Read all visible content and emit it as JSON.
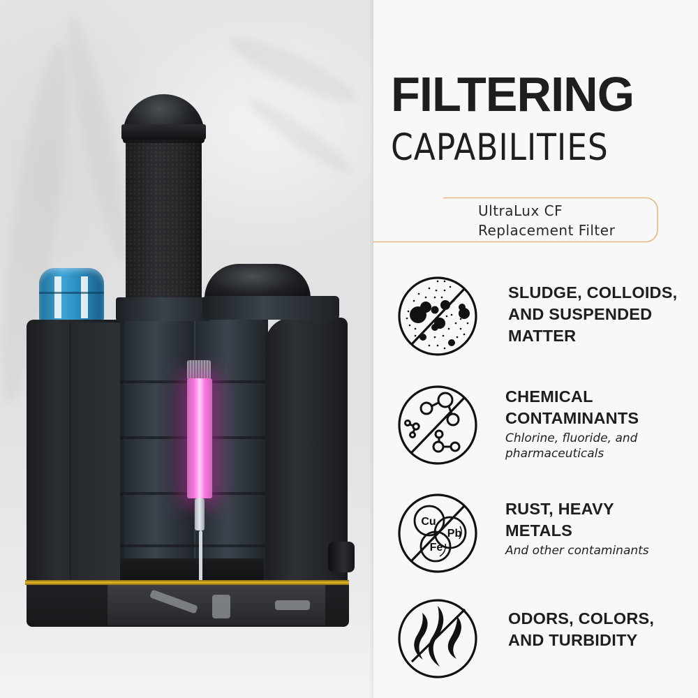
{
  "header": {
    "title_bold": "FILTERING",
    "title_light": "CAPABILITIES"
  },
  "product_tag": {
    "line1": "UltraLux CF",
    "line2": "Replacement Filter",
    "accent_color": "#e8b77e"
  },
  "features": [
    {
      "icon": "sludge-particles-crossed-icon",
      "heading": "SLUDGE, COLLOIDS,\nAND SUSPENDED\nMATTER",
      "sub": ""
    },
    {
      "icon": "chemical-molecules-crossed-icon",
      "heading": "CHEMICAL\nCONTAMINANTS",
      "sub": "Chlorine, fluoride, and\npharmaceuticals"
    },
    {
      "icon": "heavy-metals-crossed-icon",
      "heading": "RUST, HEAVY\nMETALS",
      "sub": "And other contaminants",
      "icon_labels": [
        "Cu",
        "Pb",
        "Fe"
      ]
    },
    {
      "icon": "odor-waves-crossed-icon",
      "heading": "ODORS, COLORS,\nAND TURBIDITY",
      "sub": ""
    }
  ],
  "photo": {
    "subject": "water-purifier-cutaway",
    "uv_lamp_color": "#ff66dd",
    "cap_color": "#3a9fd0",
    "band_color": "#d9ad22"
  },
  "colors": {
    "text": "#1f1d1d",
    "panel_bg": "#f8f8f8",
    "photo_bg": "#e4e4e4"
  }
}
